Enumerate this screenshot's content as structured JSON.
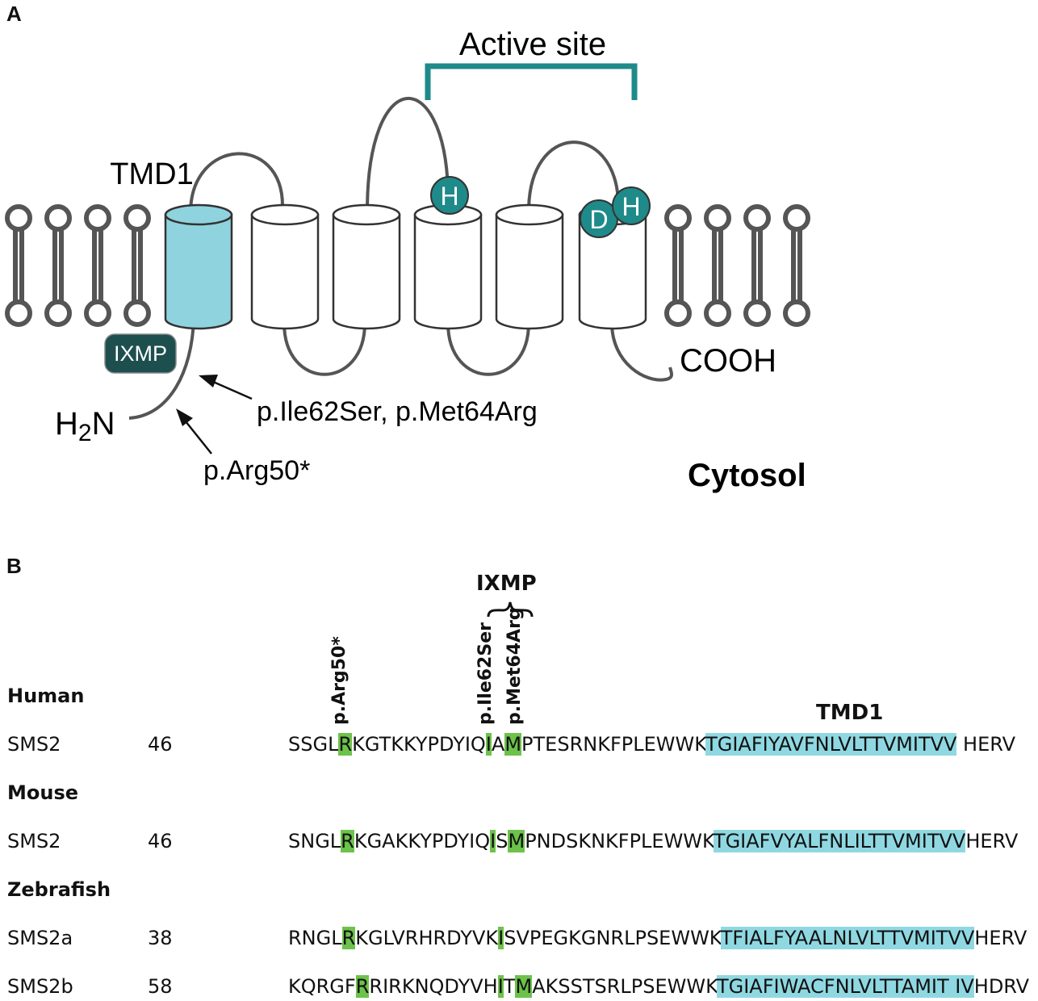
{
  "panels": {
    "a": "A",
    "b": "B"
  },
  "diagram": {
    "active_site": "Active site",
    "tmd1": "TMD1",
    "motif": "IXMP",
    "h2n_h": "H",
    "h2n_sub": "2",
    "h2n_n": "N",
    "cooh": "COOH",
    "cytosol": "Cytosol",
    "mutations_62_64": "p.Ile62Ser, p.Met64Arg",
    "mutation_50": "p.Arg50*",
    "residues": [
      "H",
      "D",
      "H"
    ],
    "colors": {
      "teal": "#1f8a8a",
      "tmd_fill": "#8fd3de",
      "motif_box": "#1d4f4f",
      "line": "#555555",
      "highlight_green": "#6cc24a",
      "highlight_cyan": "#8fd8e2"
    }
  },
  "alignment": {
    "labels": {
      "arg50": "p.Arg50*",
      "ile62": "p.Ile62Ser",
      "met64": "p.Met64Arg",
      "motif": "IXMP",
      "tmd1": "TMD1"
    },
    "species": [
      "Human",
      "Mouse",
      "Zebrafish"
    ],
    "rows": [
      {
        "gene": "SMS2",
        "pos": "46",
        "s1": "SSGL",
        "r": "R",
        "s2": "KGTKKYPDYIQ",
        "i": "I",
        "s3": "A",
        "m": "M",
        "s4": "PTESRNKFPLEWWK",
        "tmd": "TGIAFIYAVFNLVLTTVMITVV",
        "s5": " HERV"
      },
      {
        "gene": "SMS2",
        "pos": "46",
        "s1": "SNGL",
        "r": "R",
        "s2": "KGAKKYPDYIQ",
        "i": "I",
        "s3": "S",
        "m": "M",
        "s4": "PNDSKNKFPLEWWK",
        "tmd": "TGIAFVYALFNLILTTVMITVV",
        "s5": "HERV"
      },
      {
        "gene": "SMS2a",
        "pos": "38",
        "s1": "RNGL",
        "r": "R",
        "s2": "KGLVRHRDYVK",
        "i": "I",
        "s3": "SVPEGKGNRLPSEWWK",
        "m": "",
        "s4": "",
        "tmd": "TFIALFYAALNLVLTTVMITVV",
        "s5": "HERV"
      },
      {
        "gene": "SMS2b",
        "pos": "58",
        "s1": "KQRGF",
        "r": "R",
        "s2": "RIRKNQDYVH",
        "i": "I",
        "s3": "T",
        "m": "M",
        "s4": "AKSSTSRLPSEWWK",
        "tmd": "TGIAFIWACFNLVLTTAMIT IV",
        "s5": "HDRV"
      }
    ]
  }
}
